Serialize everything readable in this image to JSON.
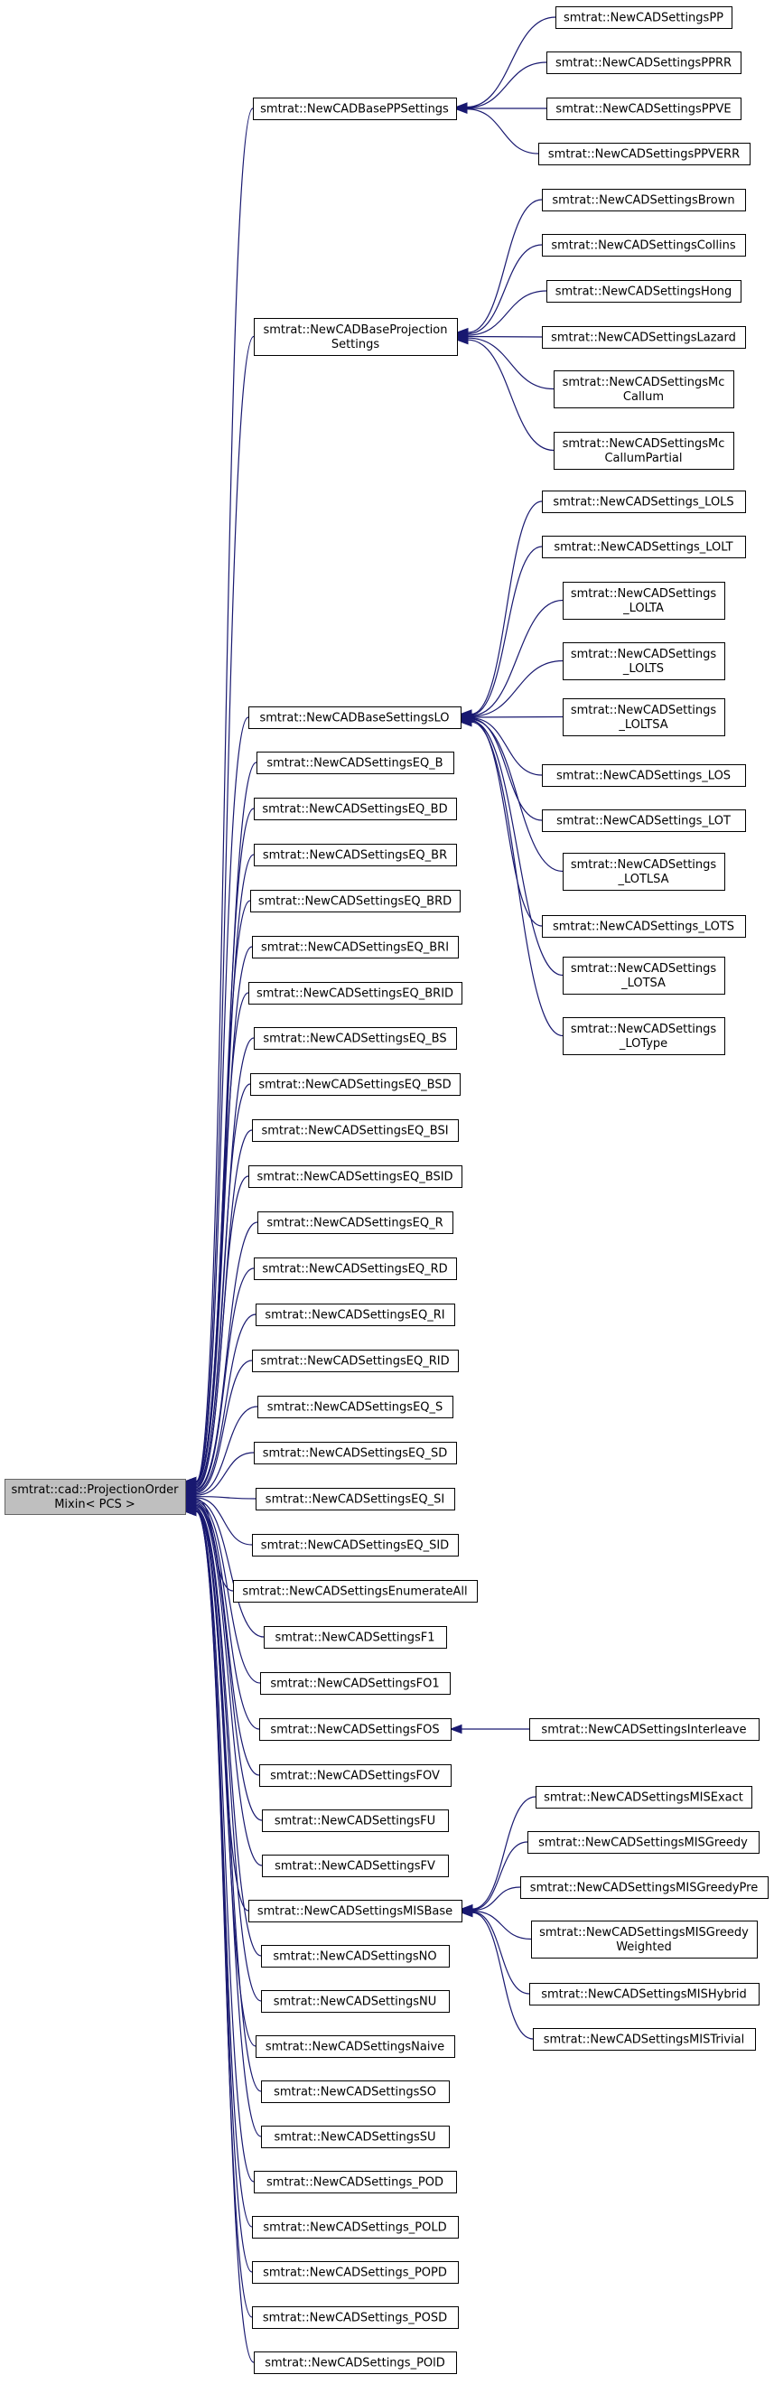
{
  "nodes": [
    {
      "id": "root",
      "lines": [
        "smtrat::cad::ProjectionOrder",
        "Mixin< PCS >"
      ],
      "root": true
    },
    {
      "id": "pp_base",
      "lines": [
        "smtrat::NewCADBasePPSettings"
      ]
    },
    {
      "id": "pp",
      "lines": [
        "smtrat::NewCADSettingsPP"
      ]
    },
    {
      "id": "pprr",
      "lines": [
        "smtrat::NewCADSettingsPPRR"
      ]
    },
    {
      "id": "ppve",
      "lines": [
        "smtrat::NewCADSettingsPPVE"
      ]
    },
    {
      "id": "ppverr",
      "lines": [
        "smtrat::NewCADSettingsPPVERR"
      ]
    },
    {
      "id": "proj_base",
      "lines": [
        "smtrat::NewCADBaseProjection",
        "Settings"
      ]
    },
    {
      "id": "brown",
      "lines": [
        "smtrat::NewCADSettingsBrown"
      ]
    },
    {
      "id": "collins",
      "lines": [
        "smtrat::NewCADSettingsCollins"
      ]
    },
    {
      "id": "hong",
      "lines": [
        "smtrat::NewCADSettingsHong"
      ]
    },
    {
      "id": "lazard",
      "lines": [
        "smtrat::NewCADSettingsLazard"
      ]
    },
    {
      "id": "mccallum",
      "lines": [
        "smtrat::NewCADSettingsMc",
        "Callum"
      ]
    },
    {
      "id": "mccallump",
      "lines": [
        "smtrat::NewCADSettingsMc",
        "CallumPartial"
      ]
    },
    {
      "id": "lo_base",
      "lines": [
        "smtrat::NewCADBaseSettingsLO"
      ]
    },
    {
      "id": "lols",
      "lines": [
        "smtrat::NewCADSettings_LOLS"
      ]
    },
    {
      "id": "lolt",
      "lines": [
        "smtrat::NewCADSettings_LOLT"
      ]
    },
    {
      "id": "lolta",
      "lines": [
        "smtrat::NewCADSettings",
        "_LOLTA"
      ]
    },
    {
      "id": "lolts",
      "lines": [
        "smtrat::NewCADSettings",
        "_LOLTS"
      ]
    },
    {
      "id": "loltsa",
      "lines": [
        "smtrat::NewCADSettings",
        "_LOLTSA"
      ]
    },
    {
      "id": "los",
      "lines": [
        "smtrat::NewCADSettings_LOS"
      ]
    },
    {
      "id": "lot",
      "lines": [
        "smtrat::NewCADSettings_LOT"
      ]
    },
    {
      "id": "lotlsa",
      "lines": [
        "smtrat::NewCADSettings",
        "_LOTLSA"
      ]
    },
    {
      "id": "lots",
      "lines": [
        "smtrat::NewCADSettings_LOTS"
      ]
    },
    {
      "id": "lotsa",
      "lines": [
        "smtrat::NewCADSettings",
        "_LOTSA"
      ]
    },
    {
      "id": "lotype",
      "lines": [
        "smtrat::NewCADSettings",
        "_LOType"
      ]
    },
    {
      "id": "eq_b",
      "lines": [
        "smtrat::NewCADSettingsEQ_B"
      ]
    },
    {
      "id": "eq_bd",
      "lines": [
        "smtrat::NewCADSettingsEQ_BD"
      ]
    },
    {
      "id": "eq_br",
      "lines": [
        "smtrat::NewCADSettingsEQ_BR"
      ]
    },
    {
      "id": "eq_brd",
      "lines": [
        "smtrat::NewCADSettingsEQ_BRD"
      ]
    },
    {
      "id": "eq_bri",
      "lines": [
        "smtrat::NewCADSettingsEQ_BRI"
      ]
    },
    {
      "id": "eq_brid",
      "lines": [
        "smtrat::NewCADSettingsEQ_BRID"
      ]
    },
    {
      "id": "eq_bs",
      "lines": [
        "smtrat::NewCADSettingsEQ_BS"
      ]
    },
    {
      "id": "eq_bsd",
      "lines": [
        "smtrat::NewCADSettingsEQ_BSD"
      ]
    },
    {
      "id": "eq_bsi",
      "lines": [
        "smtrat::NewCADSettingsEQ_BSI"
      ]
    },
    {
      "id": "eq_bsid",
      "lines": [
        "smtrat::NewCADSettingsEQ_BSID"
      ]
    },
    {
      "id": "eq_r",
      "lines": [
        "smtrat::NewCADSettingsEQ_R"
      ]
    },
    {
      "id": "eq_rd",
      "lines": [
        "smtrat::NewCADSettingsEQ_RD"
      ]
    },
    {
      "id": "eq_ri",
      "lines": [
        "smtrat::NewCADSettingsEQ_RI"
      ]
    },
    {
      "id": "eq_rid",
      "lines": [
        "smtrat::NewCADSettingsEQ_RID"
      ]
    },
    {
      "id": "eq_s",
      "lines": [
        "smtrat::NewCADSettingsEQ_S"
      ]
    },
    {
      "id": "eq_sd",
      "lines": [
        "smtrat::NewCADSettingsEQ_SD"
      ]
    },
    {
      "id": "eq_si",
      "lines": [
        "smtrat::NewCADSettingsEQ_SI"
      ]
    },
    {
      "id": "eq_sid",
      "lines": [
        "smtrat::NewCADSettingsEQ_SID"
      ]
    },
    {
      "id": "enumall",
      "lines": [
        "smtrat::NewCADSettingsEnumerateAll"
      ]
    },
    {
      "id": "f1",
      "lines": [
        "smtrat::NewCADSettingsF1"
      ]
    },
    {
      "id": "fo1",
      "lines": [
        "smtrat::NewCADSettingsFO1"
      ]
    },
    {
      "id": "fos",
      "lines": [
        "smtrat::NewCADSettingsFOS"
      ]
    },
    {
      "id": "interleave",
      "lines": [
        "smtrat::NewCADSettingsInterleave"
      ]
    },
    {
      "id": "fov",
      "lines": [
        "smtrat::NewCADSettingsFOV"
      ]
    },
    {
      "id": "fu",
      "lines": [
        "smtrat::NewCADSettingsFU"
      ]
    },
    {
      "id": "fv",
      "lines": [
        "smtrat::NewCADSettingsFV"
      ]
    },
    {
      "id": "mis_base",
      "lines": [
        "smtrat::NewCADSettingsMISBase"
      ]
    },
    {
      "id": "mis_exact",
      "lines": [
        "smtrat::NewCADSettingsMISExact"
      ]
    },
    {
      "id": "mis_greedy",
      "lines": [
        "smtrat::NewCADSettingsMISGreedy"
      ]
    },
    {
      "id": "mis_greedypre",
      "lines": [
        "smtrat::NewCADSettingsMISGreedyPre"
      ]
    },
    {
      "id": "mis_greedyw",
      "lines": [
        "smtrat::NewCADSettingsMISGreedy",
        "Weighted"
      ]
    },
    {
      "id": "mis_hybrid",
      "lines": [
        "smtrat::NewCADSettingsMISHybrid"
      ]
    },
    {
      "id": "mis_trivial",
      "lines": [
        "smtrat::NewCADSettingsMISTrivial"
      ]
    },
    {
      "id": "no",
      "lines": [
        "smtrat::NewCADSettingsNO"
      ]
    },
    {
      "id": "nu",
      "lines": [
        "smtrat::NewCADSettingsNU"
      ]
    },
    {
      "id": "naive",
      "lines": [
        "smtrat::NewCADSettingsNaive"
      ]
    },
    {
      "id": "so",
      "lines": [
        "smtrat::NewCADSettingsSO"
      ]
    },
    {
      "id": "su",
      "lines": [
        "smtrat::NewCADSettingsSU"
      ]
    },
    {
      "id": "pod",
      "lines": [
        "smtrat::NewCADSettings_POD"
      ]
    },
    {
      "id": "pold",
      "lines": [
        "smtrat::NewCADSettings_POLD"
      ]
    },
    {
      "id": "popd",
      "lines": [
        "smtrat::NewCADSettings_POPD"
      ]
    },
    {
      "id": "posd",
      "lines": [
        "smtrat::NewCADSettings_POSD"
      ]
    },
    {
      "id": "poid",
      "lines": [
        "smtrat::NewCADSettings_POlD"
      ]
    }
  ],
  "edges": [
    [
      "pp",
      "pp_base"
    ],
    [
      "pprr",
      "pp_base"
    ],
    [
      "ppve",
      "pp_base"
    ],
    [
      "ppverr",
      "pp_base"
    ],
    [
      "brown",
      "proj_base"
    ],
    [
      "collins",
      "proj_base"
    ],
    [
      "hong",
      "proj_base"
    ],
    [
      "lazard",
      "proj_base"
    ],
    [
      "mccallum",
      "proj_base"
    ],
    [
      "mccallump",
      "proj_base"
    ],
    [
      "lols",
      "lo_base"
    ],
    [
      "lolt",
      "lo_base"
    ],
    [
      "lolta",
      "lo_base"
    ],
    [
      "lolts",
      "lo_base"
    ],
    [
      "loltsa",
      "lo_base"
    ],
    [
      "los",
      "lo_base"
    ],
    [
      "lot",
      "lo_base"
    ],
    [
      "lotlsa",
      "lo_base"
    ],
    [
      "lots",
      "lo_base"
    ],
    [
      "lotsa",
      "lo_base"
    ],
    [
      "lotype",
      "lo_base"
    ],
    [
      "interleave",
      "fos"
    ],
    [
      "mis_exact",
      "mis_base"
    ],
    [
      "mis_greedy",
      "mis_base"
    ],
    [
      "mis_greedypre",
      "mis_base"
    ],
    [
      "mis_greedyw",
      "mis_base"
    ],
    [
      "mis_hybrid",
      "mis_base"
    ],
    [
      "mis_trivial",
      "mis_base"
    ],
    [
      "pp_base",
      "root"
    ],
    [
      "proj_base",
      "root"
    ],
    [
      "lo_base",
      "root"
    ],
    [
      "eq_b",
      "root"
    ],
    [
      "eq_bd",
      "root"
    ],
    [
      "eq_br",
      "root"
    ],
    [
      "eq_brd",
      "root"
    ],
    [
      "eq_bri",
      "root"
    ],
    [
      "eq_brid",
      "root"
    ],
    [
      "eq_bs",
      "root"
    ],
    [
      "eq_bsd",
      "root"
    ],
    [
      "eq_bsi",
      "root"
    ],
    [
      "eq_bsid",
      "root"
    ],
    [
      "eq_r",
      "root"
    ],
    [
      "eq_rd",
      "root"
    ],
    [
      "eq_ri",
      "root"
    ],
    [
      "eq_rid",
      "root"
    ],
    [
      "eq_s",
      "root"
    ],
    [
      "eq_sd",
      "root"
    ],
    [
      "eq_si",
      "root"
    ],
    [
      "eq_sid",
      "root"
    ],
    [
      "enumall",
      "root"
    ],
    [
      "f1",
      "root"
    ],
    [
      "fo1",
      "root"
    ],
    [
      "fos",
      "root"
    ],
    [
      "fov",
      "root"
    ],
    [
      "fu",
      "root"
    ],
    [
      "fv",
      "root"
    ],
    [
      "mis_base",
      "root"
    ],
    [
      "no",
      "root"
    ],
    [
      "nu",
      "root"
    ],
    [
      "naive",
      "root"
    ],
    [
      "so",
      "root"
    ],
    [
      "su",
      "root"
    ],
    [
      "pod",
      "root"
    ],
    [
      "pold",
      "root"
    ],
    [
      "popd",
      "root"
    ],
    [
      "posd",
      "root"
    ],
    [
      "poid",
      "root"
    ]
  ]
}
